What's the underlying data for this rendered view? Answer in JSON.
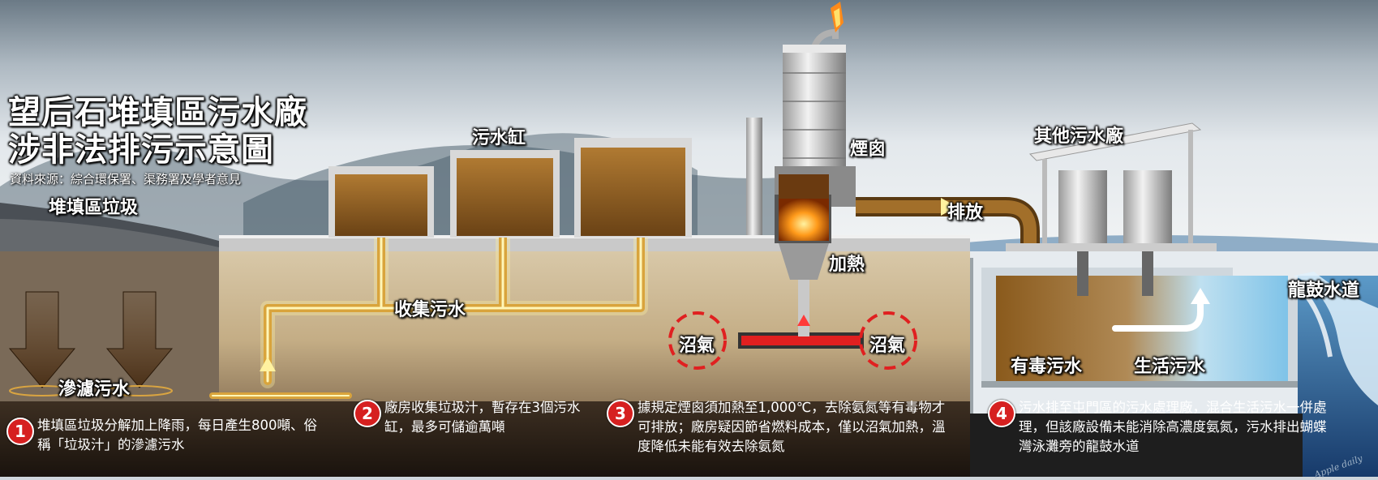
{
  "title": {
    "line1": "望后石堆填區污水廠",
    "line2": "涉非法排污示意圖"
  },
  "source": "資料來源：綜合環保署、渠務署及學者意見",
  "labels": {
    "landfill_waste": "堆填區垃圾",
    "leachate": "滲濾污水",
    "tanks": "污水缸",
    "collect": "收集污水",
    "chimney": "煙囪",
    "heating": "加熱",
    "discharge": "排放",
    "biogas_left": "沼氣",
    "biogas_right": "沼氣",
    "other_plant": "其他污水廠",
    "toxic": "有毒污水",
    "domestic": "生活污水",
    "river": "龍鼓水道"
  },
  "notes": [
    {
      "num": "1",
      "text": "堆填區垃圾分解加上降雨，每日產生800噸、俗稱「垃圾汁」的滲濾污水"
    },
    {
      "num": "2",
      "text": "廠房收集垃圾汁，暫存在3個污水缸，最多可儲逾萬噸"
    },
    {
      "num": "3",
      "text": "據規定煙囪須加熱至1,000℃，去除氨氮等有毒物才可排放；廠房疑因節省燃料成本，僅以沼氣加熱，溫度降低未能有效去除氨氮"
    },
    {
      "num": "4",
      "text": "污水排至屯門區的污水處理廠，混合生活污水一併處理，但該廠設備未能消除高濃度氨氮，污水排出蝴蝶灣泳灘旁的龍鼓水道"
    }
  ],
  "signature": "Apple daily",
  "colors": {
    "sewage": "#8a5a1c",
    "pipe_glow": "#fff2a0",
    "flame": "#ff7a1a",
    "badge": "#d62020",
    "biogas": "#e02020",
    "water": "#6fb7de"
  }
}
